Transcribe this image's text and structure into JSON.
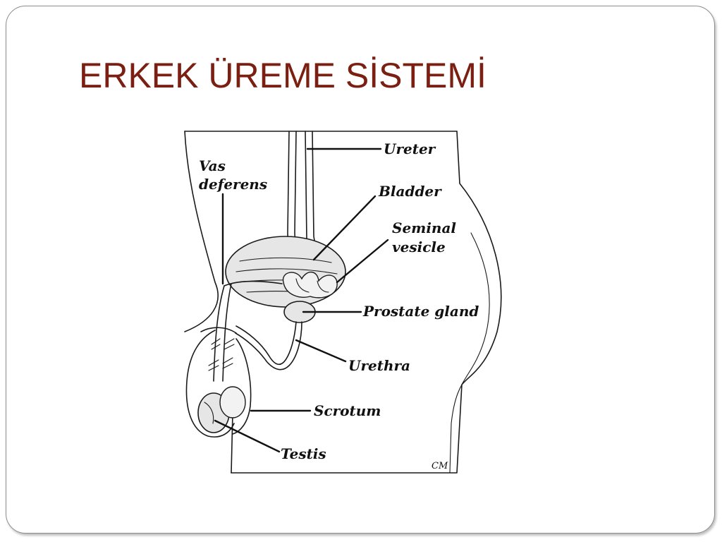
{
  "slide": {
    "title": "ERKEK ÜREME SİSTEMİ"
  },
  "diagram": {
    "labels": {
      "ureter": "Ureter",
      "bladder": "Bladder",
      "seminal_vesicle_line1": "Seminal",
      "seminal_vesicle_line2": "vesicle",
      "prostate_gland": "Prostate gland",
      "urethra": "Urethra",
      "scrotum": "Scrotum",
      "testis": "Testis",
      "vas_deferens_line1": "Vas",
      "vas_deferens_line2": "deferens"
    },
    "signature": "CM"
  },
  "colors": {
    "title": "#7b1f12",
    "frame_border": "#8c8c8c",
    "line": "#1a1a1a"
  }
}
